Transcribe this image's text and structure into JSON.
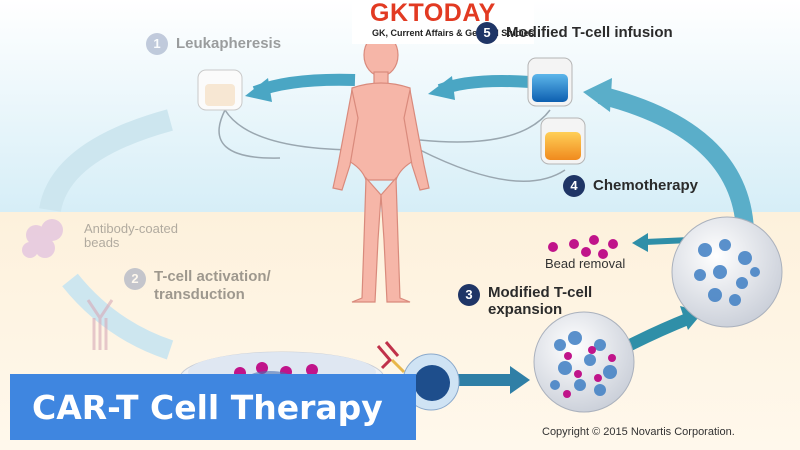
{
  "logo": {
    "brand": "GKTODAY",
    "tagline": "GK, Current Affairs & General Studies"
  },
  "steps": [
    {
      "number": "1",
      "label": "Leukapheresis"
    },
    {
      "number": "2",
      "label_line1": "T-cell activation/",
      "label_line2": "transduction"
    },
    {
      "number": "3",
      "label_line1": "Modified T-cell",
      "label_line2": "expansion"
    },
    {
      "number": "4",
      "label": "Chemotherapy"
    },
    {
      "number": "5",
      "label": "Modified T-cell infusion"
    }
  ],
  "annotations": {
    "antibody_line1": "Antibody-coated",
    "antibody_line2": "beads",
    "bead_removal": "Bead removal"
  },
  "title": "CAR-T Cell Therapy",
  "copyright": "Copyright © 2015 Novartis Corporation.",
  "colors": {
    "title_bg": "#3f86e0",
    "step_circle": "#1f3566",
    "logo_red": "#e23a22",
    "arrow": "#4aa6c4"
  }
}
